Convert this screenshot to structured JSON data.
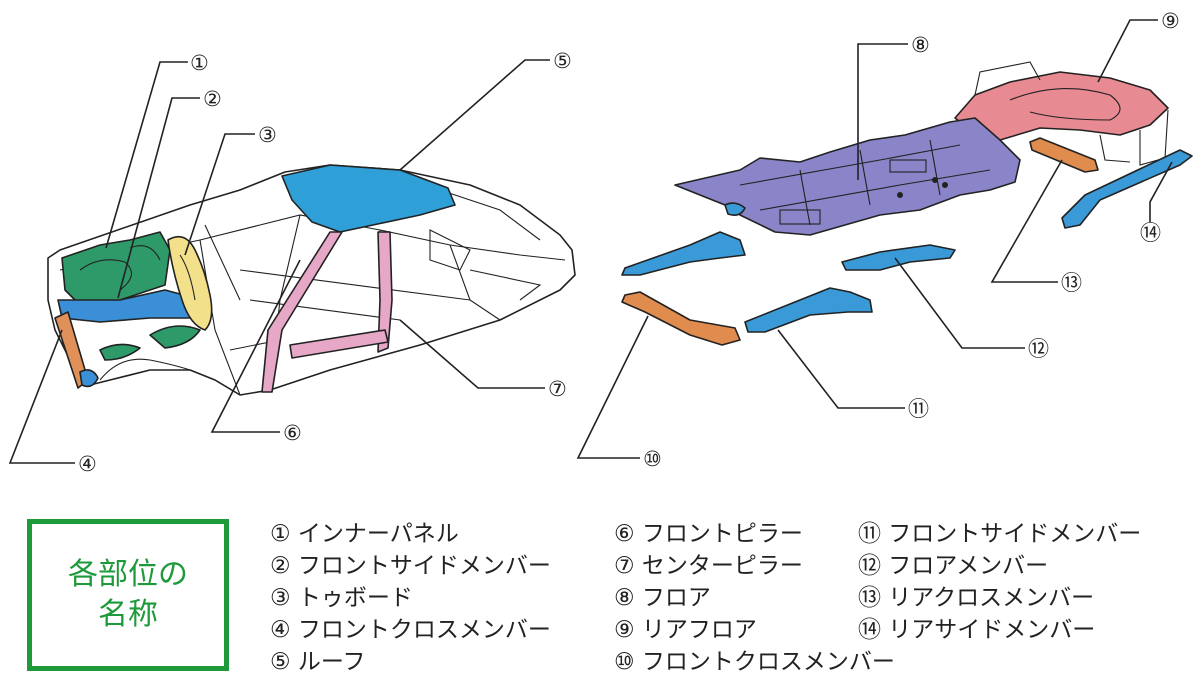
{
  "callouts": {
    "c1": "①",
    "c2": "②",
    "c3": "③",
    "c4": "④",
    "c5": "⑤",
    "c6": "⑥",
    "c7": "⑦",
    "c8": "⑧",
    "c9": "⑨",
    "c10": "⑩",
    "c11": "⑪",
    "c12": "⑫",
    "c13": "⑬",
    "c14": "⑭"
  },
  "title": "各部位の名称",
  "legend": {
    "col1": [
      "① インナーパネル",
      "② フロントサイドメンバー",
      "③ トゥボード",
      "④ フロントクロスメンバー",
      "⑤ ルーフ"
    ],
    "col2": [
      "⑥ フロントピラー",
      "⑦ センターピラー",
      "⑧ フロア",
      "⑨ リアフロア",
      "⑩ フロントクロスメンバー"
    ],
    "col3": [
      "⑪ フロントサイドメンバー",
      "⑫ フロアメンバー",
      "⑬ リアクロスメンバー",
      "⑭ リアサイドメンバー"
    ]
  },
  "colors": {
    "inner_panel": "#2e9a6a",
    "front_side_member": "#3a8fd6",
    "toe_board": "#f3e08a",
    "front_cross_member": "#e0915a",
    "roof": "#2f9fd8",
    "pillar": "#e7a8c8",
    "floor": "#8a84c8",
    "rear_floor": "#e88a92",
    "member_blue": "#3a9ad8",
    "member_orange": "#e08c4e",
    "title_green": "#1e9a3a"
  }
}
